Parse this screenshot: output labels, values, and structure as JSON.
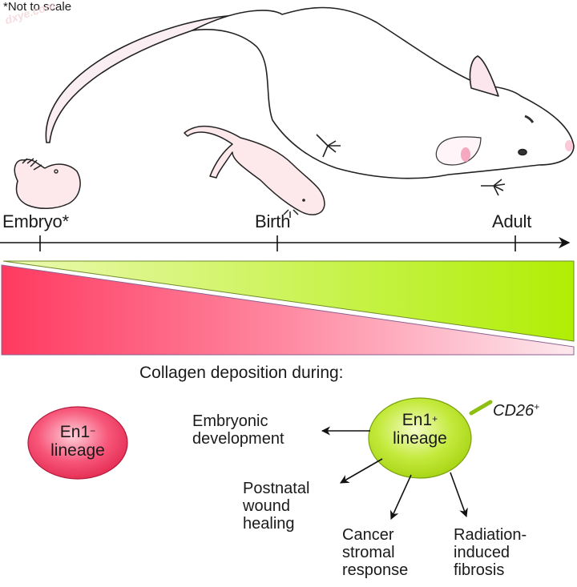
{
  "figure": {
    "note": "*Not to scale",
    "watermark": "dxye.com",
    "timeline": {
      "stages": [
        {
          "label": "Embryo*",
          "illustration": "mouse-embryo"
        },
        {
          "label": "Birth",
          "illustration": "newborn-mouse-pup"
        },
        {
          "label": "Adult",
          "illustration": "adult-mouse"
        }
      ],
      "arrow": "time-axis-arrow"
    },
    "gradient_bar": {
      "upper_wedge": {
        "meaning": "En1-positive lineage contribution",
        "color_start": "#e6f7a0",
        "color_end": "#b2ef0a",
        "trend": "increasing"
      },
      "lower_wedge": {
        "meaning": "En1-negative lineage contribution",
        "color_start": "#ff3d64",
        "color_end": "#fdeaef",
        "trend": "decreasing"
      }
    },
    "heading": "Collagen deposition during:",
    "en1_negative": {
      "name": "En1",
      "superscript": "−",
      "line2": "lineage",
      "color": "#f2476b"
    },
    "en1_positive": {
      "name": "En1",
      "superscript": "+",
      "line2": "lineage",
      "color": "#b8e12a",
      "marker": "CD26",
      "marker_superscript": "+"
    },
    "outcomes": [
      {
        "lines": [
          "Embryonic",
          "development"
        ]
      },
      {
        "lines": [
          "Postnatal",
          "wound",
          "healing"
        ]
      },
      {
        "lines": [
          "Cancer",
          "stromal",
          "response"
        ]
      },
      {
        "lines": [
          "Radiation-",
          "induced",
          "fibrosis"
        ]
      }
    ]
  }
}
